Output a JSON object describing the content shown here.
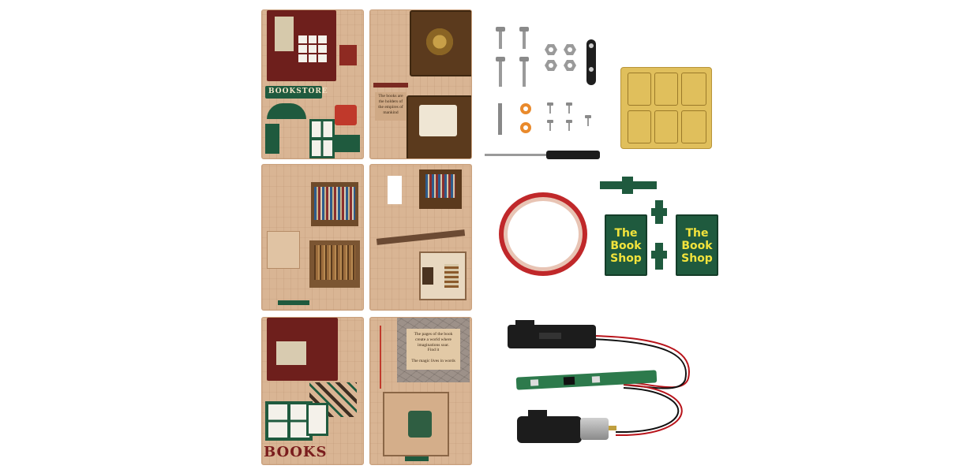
{
  "sheet1": {
    "sign": "BOOKSTORE"
  },
  "sheet2": {
    "panel_text": "The books are the holders of the empires of mankind"
  },
  "sheet7": {
    "sign": "BOOKS"
  },
  "sheet8": {
    "top_text": "The pages of the book create a world where imaginations soar.",
    "mid_text": "Find it",
    "bottom_text": "The magic lives in words"
  },
  "book_covers": [
    "The\nBook\nShop",
    "The\nBook\nShop"
  ],
  "colors": {
    "wood": "#d9b594",
    "dark_red": "#6e1f1c",
    "dark_green": "#1f5a3e",
    "book_title": "#f2e33c",
    "tape": "#c0282a",
    "wire_red": "#b8141b"
  },
  "parts": [
    "screw-icon",
    "nut-icon",
    "lever-icon",
    "spacer-icon",
    "pin-icon",
    "screwdriver-icon",
    "tape-roll-icon",
    "battery-box-icon",
    "circuit-board-icon",
    "motor-icon"
  ]
}
